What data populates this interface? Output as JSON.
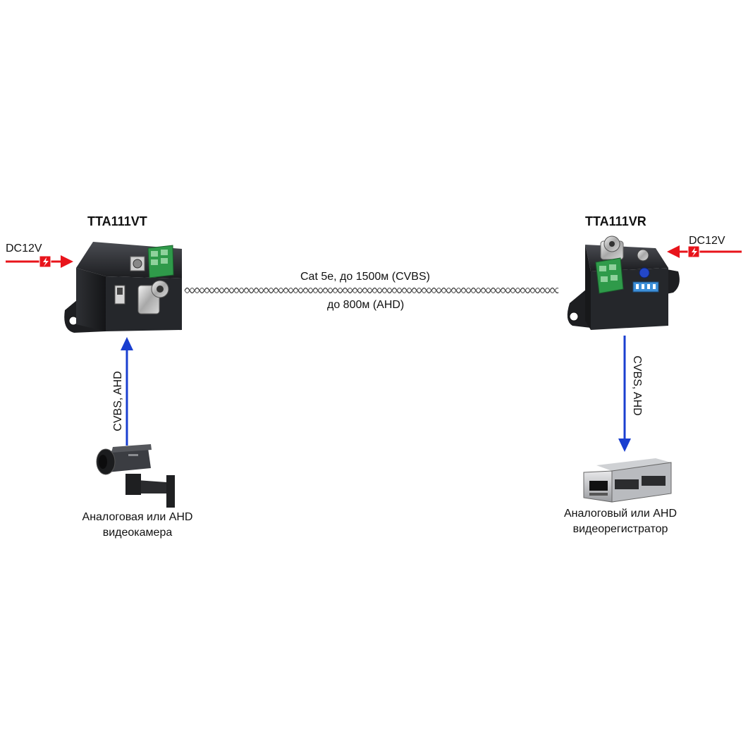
{
  "transmitter": {
    "title": "TTA111VT",
    "power": "DC12V",
    "signal": "CVBS, AHD"
  },
  "receiver": {
    "title": "TTA111VR",
    "power": "DC12V",
    "signal": "CVBS, AHD"
  },
  "cable": {
    "line1": "Cat 5e, до 1500м (CVBS)",
    "line2": "до 800м (AHD)"
  },
  "camera": {
    "label_line1": "Аналоговая или AHD",
    "label_line2": "видеокамера"
  },
  "recorder": {
    "label_line1": "Аналоговый или AHD",
    "label_line2": "видеорегистратор"
  },
  "colors": {
    "power_arrow": "#e8141b",
    "signal_arrow": "#1a3fd0",
    "device_body": "#2a2c30",
    "terminal": "#2f9a4a"
  }
}
